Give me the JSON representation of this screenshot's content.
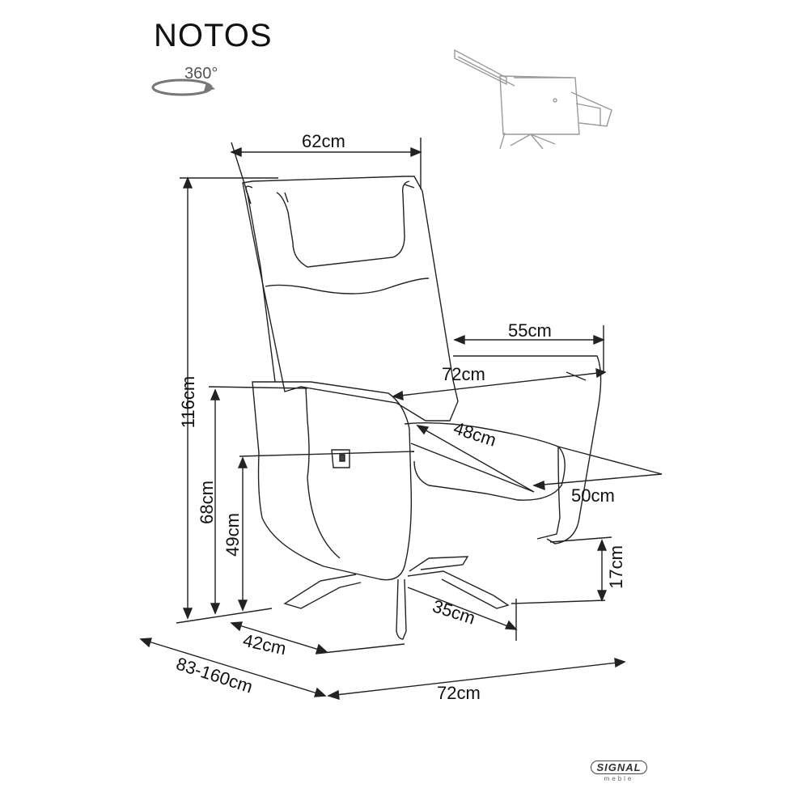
{
  "product": {
    "title": "NOTOS",
    "rotation_label": "360°"
  },
  "dimensions": {
    "backrest_width": "62cm",
    "armrest_to_front": "55cm",
    "overall_width_top": "72cm",
    "seat_depth": "48cm",
    "seat_width": "50cm",
    "overall_height": "116cm",
    "armrest_height": "68cm",
    "seat_height": "49cm",
    "base_height": "17cm",
    "base_leg": "35cm",
    "seat_to_floor_depth": "42cm",
    "depth_range": "83-160cm",
    "overall_width_bottom": "72cm"
  },
  "brand": {
    "name": "SIGNAL",
    "sub": "meble"
  }
}
